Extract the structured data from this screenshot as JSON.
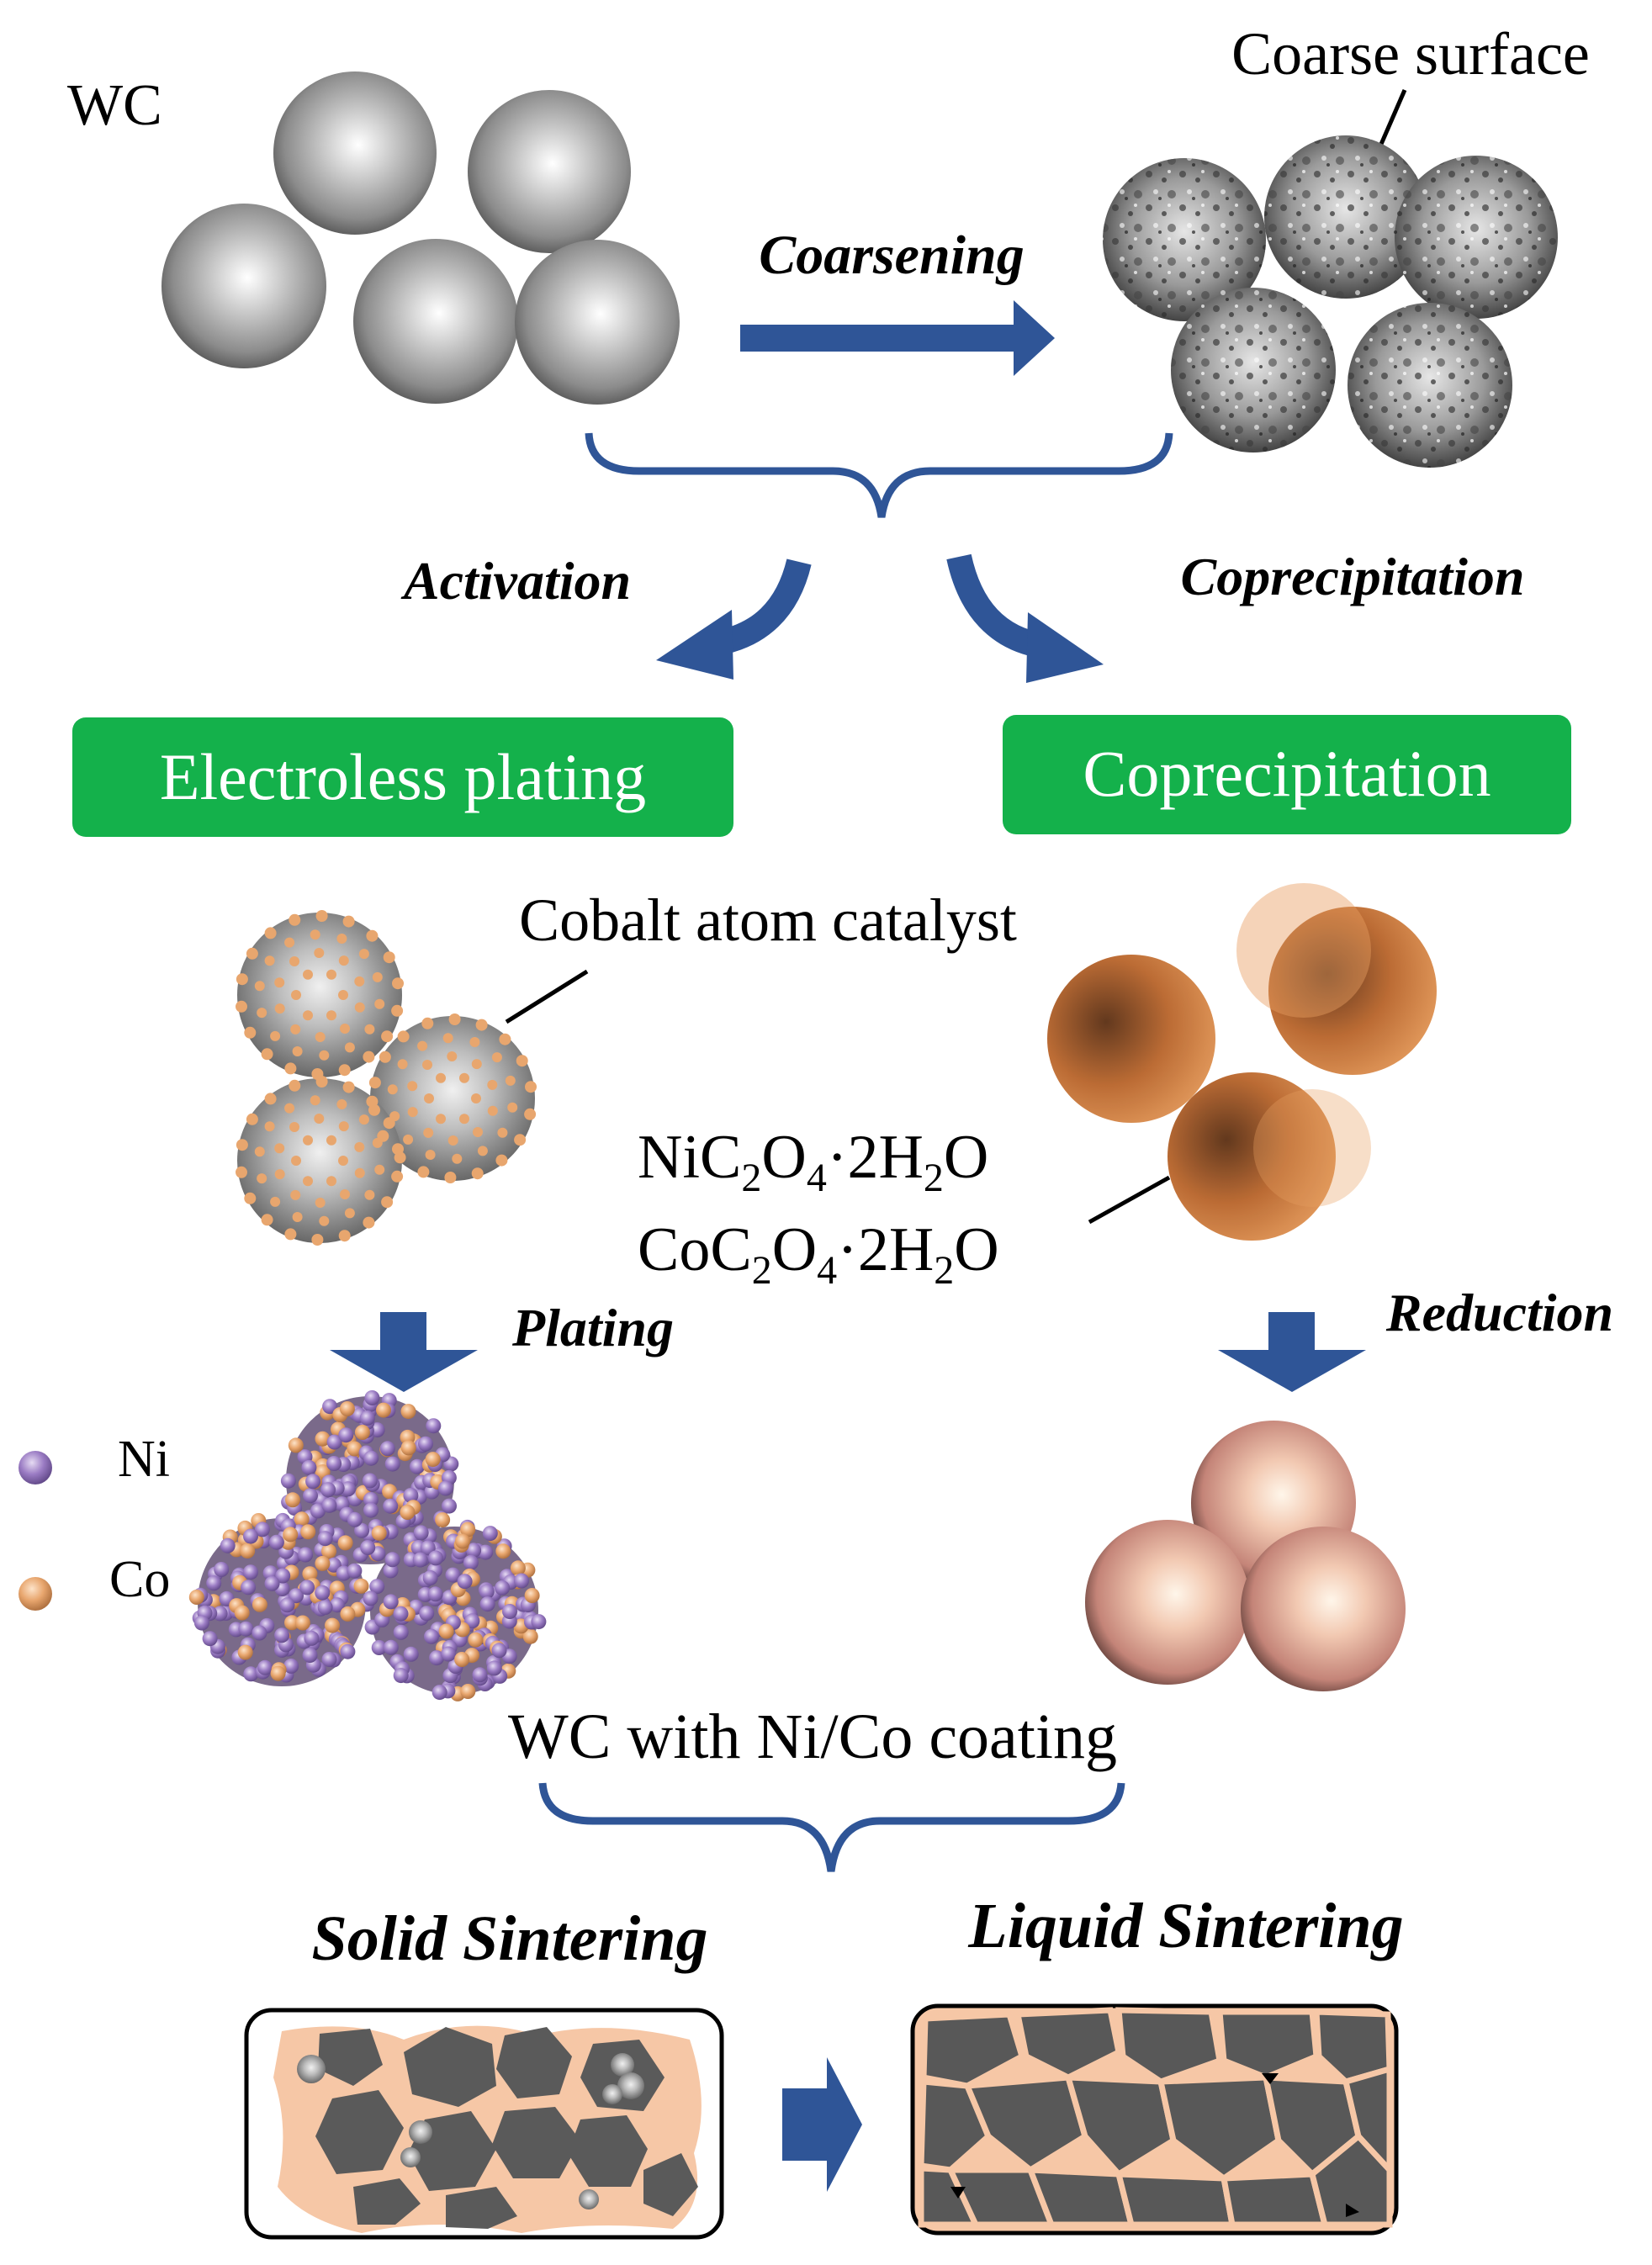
{
  "labels": {
    "wc": "WC",
    "coarse_surface": "Coarse surface",
    "coarsening": "Coarsening",
    "activation": "Activation",
    "coprecipitation_step": "Coprecipitation",
    "cobalt_catalyst": "Cobalt atom catalyst",
    "plating": "Plating",
    "reduction": "Reduction",
    "ni": "Ni",
    "co": "Co",
    "coating": "WC with Ni/Co coating",
    "solid_sintering": "Solid Sintering",
    "liquid_sintering": "Liquid Sintering"
  },
  "formulas": {
    "ni_oxalate": {
      "a": "NiC",
      "s1": "2",
      "b": "O",
      "s2": "4",
      "c": "·2H",
      "s3": "2",
      "d": "O"
    },
    "co_oxalate": {
      "a": "CoC",
      "s1": "2",
      "b": "O",
      "s2": "4",
      "c": "·2H",
      "s3": "2",
      "d": "O"
    }
  },
  "buttons": {
    "electroless": "Electroless plating",
    "coprecipitation": "Coprecipitation"
  },
  "colors": {
    "arrow_blue": "#2f5597",
    "button_green": "#14b14b",
    "ni_purple": "#9b7cc4",
    "co_orange": "#e8a66e",
    "wc_gray": "#6e6e6e",
    "binder_peach": "#f6c7a6",
    "oxalate_brown": "#b8642a",
    "coated_pink": "#d69a8c"
  }
}
